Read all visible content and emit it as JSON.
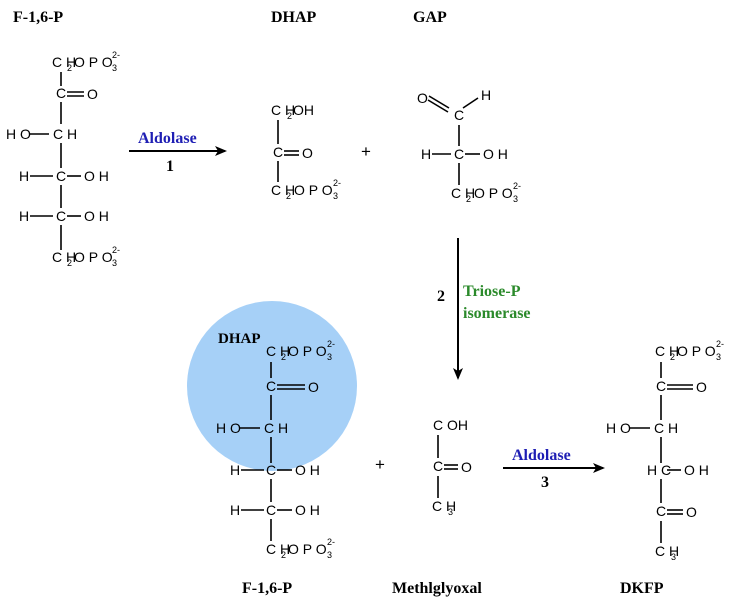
{
  "colors": {
    "enzyme_aldolase": "#1f1fb4",
    "enzyme_isomerase": "#2b8a2b",
    "highlight": "#a6d0f7"
  },
  "labels": {
    "f16p_top": "F-1,6-P",
    "dhap_top": "DHAP",
    "gap_top": "GAP",
    "dhap_circle": "DHAP",
    "f16p_bottom": "F-1,6-P",
    "methylglyoxal": "Methlglyoxal",
    "dkfp": "DKFP"
  },
  "steps": {
    "s1": {
      "enzyme": "Aldolase",
      "number": "1"
    },
    "s2": {
      "enzyme_line1": "Triose-P",
      "enzyme_line2": "isomerase",
      "number": "2"
    },
    "s3": {
      "enzyme": "Aldolase",
      "number": "3"
    }
  },
  "chem": {
    "CH": "C H",
    "C": "C",
    "O": "O",
    "H": "H",
    "HO": "H O",
    "OH": "O H",
    "CH2OPO3_a": "C H",
    "two": "2",
    "OPO": "O P O",
    "three": "3",
    "minus2": "2-",
    "CH2OH_a": "C H",
    "CH2OH_b": "OH",
    "COH": "C OH",
    "CH3": "C H",
    "HC": "H C",
    "plus": "+"
  }
}
